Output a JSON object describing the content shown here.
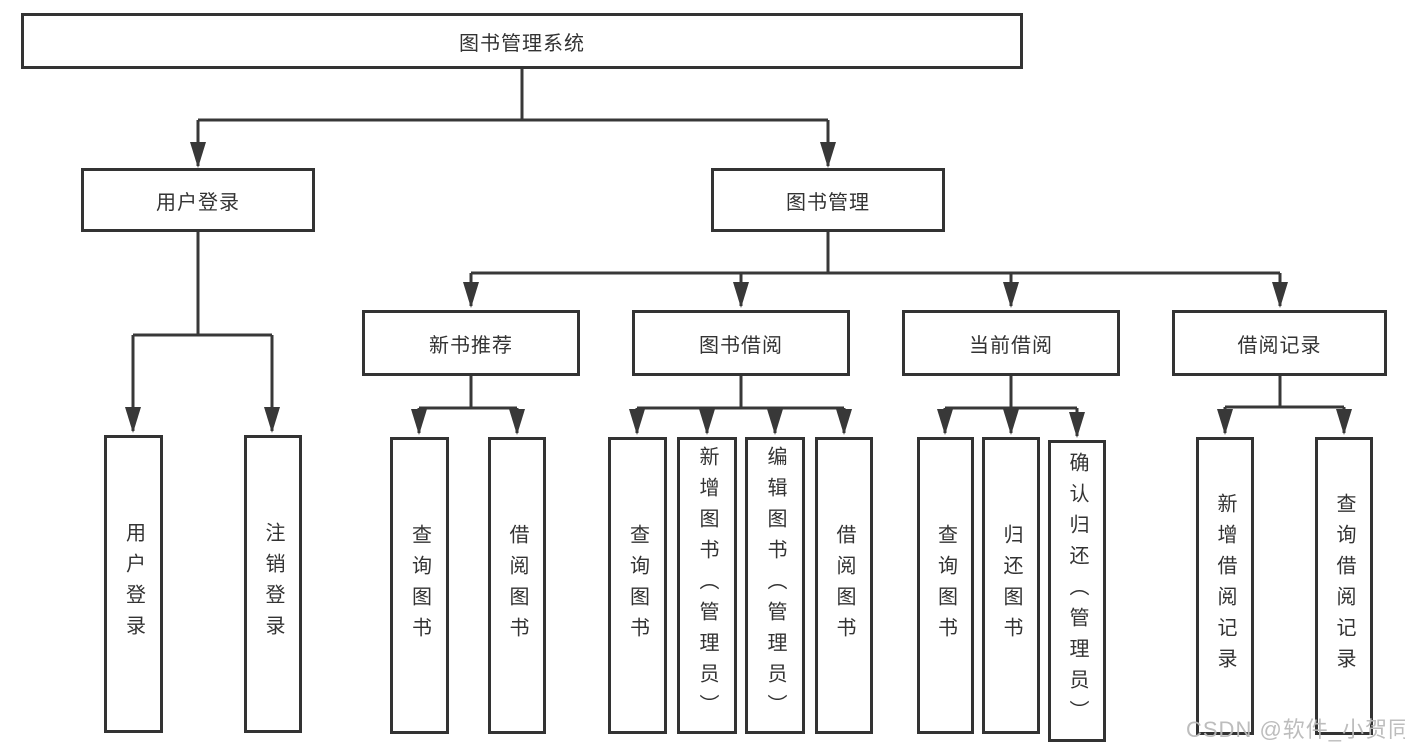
{
  "diagram": {
    "type": "tree-diagram",
    "colors": {
      "line": "#383838",
      "box_border": "#333333",
      "text": "#333333",
      "background": "#ffffff",
      "watermark_text": "#b9b9b9"
    },
    "nodes": {
      "root": {
        "label": "图书管理系统"
      },
      "user_login_group": {
        "label": "用户登录"
      },
      "book_mgmt": {
        "label": "图书管理"
      },
      "user_login": {
        "label": "用户登录"
      },
      "logout": {
        "label": "注销登录"
      },
      "new_book_rec": {
        "label": "新书推荐"
      },
      "book_borrow": {
        "label": "图书借阅"
      },
      "current_borrow": {
        "label": "当前借阅"
      },
      "borrow_records": {
        "label": "借阅记录"
      },
      "nbr_query": {
        "label": "查询图书"
      },
      "nbr_borrow": {
        "label": "借阅图书"
      },
      "bb_query": {
        "label": "查询图书"
      },
      "bb_add": {
        "label": "新增图书（管理员）"
      },
      "bb_edit": {
        "label": "编辑图书（管理员）"
      },
      "bb_borrow": {
        "label": "借阅图书"
      },
      "cb_query": {
        "label": "查询图书"
      },
      "cb_return": {
        "label": "归还图书"
      },
      "cb_confirm": {
        "label": "确认归还（管理员）"
      },
      "br_add": {
        "label": "新增借阅记录"
      },
      "br_query": {
        "label": "查询借阅记录"
      }
    },
    "edges": [
      [
        "图书管理系统",
        "用户登录"
      ],
      [
        "图书管理系统",
        "图书管理"
      ],
      [
        "用户登录",
        "用户登录"
      ],
      [
        "用户登录",
        "注销登录"
      ],
      [
        "图书管理",
        "新书推荐"
      ],
      [
        "图书管理",
        "图书借阅"
      ],
      [
        "图书管理",
        "当前借阅"
      ],
      [
        "图书管理",
        "借阅记录"
      ],
      [
        "新书推荐",
        "查询图书"
      ],
      [
        "新书推荐",
        "借阅图书"
      ],
      [
        "图书借阅",
        "查询图书"
      ],
      [
        "图书借阅",
        "新增图书（管理员）"
      ],
      [
        "图书借阅",
        "编辑图书（管理员）"
      ],
      [
        "图书借阅",
        "借阅图书"
      ],
      [
        "当前借阅",
        "查询图书"
      ],
      [
        "当前借阅",
        "归还图书"
      ],
      [
        "当前借阅",
        "确认归还（管理员）"
      ],
      [
        "借阅记录",
        "新增借阅记录"
      ],
      [
        "借阅记录",
        "查询借阅记录"
      ]
    ],
    "watermark": {
      "text": "CSDN @软件_小贺同学"
    }
  }
}
